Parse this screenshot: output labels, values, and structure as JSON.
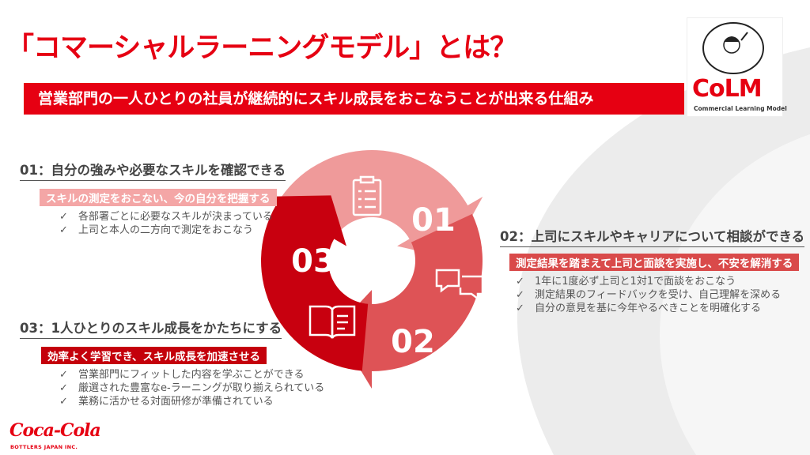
{
  "title": "「コマーシャルラーニングモデル」とは？",
  "banner": "営業部門の一人ひとりの社員が継続的にスキル成長をおこなうことが出来る仕組み",
  "logo": {
    "mark": "CoLM",
    "subtitle": "Commercial Learning Model"
  },
  "sections": [
    {
      "heading": "01：自分の強みや必要なスキルを確認できる",
      "tag": "スキルの測定をおこない、今の自分を把握する",
      "tag_color": "#f4a6a6",
      "items": [
        "各部署ごとに必要なスキルが決まっている",
        "上司と本人の二方向で測定をおこなう"
      ]
    },
    {
      "heading": "02：上司にスキルやキャリアについて相談ができる",
      "tag": "測定結果を踏まえて上司と面談を実施し、不安を解消する",
      "tag_color": "#d94a4a",
      "items": [
        "1年に1度必ず上司と1対1で面談をおこなう",
        "測定結果のフィードバックを受け、自己理解を深める",
        "自分の意見を基に今年やるべきことを明確化する"
      ]
    },
    {
      "heading": "03：1人ひとりのスキル成長をかたちにする",
      "tag": "効率よく学習でき、スキル成長を加速させる",
      "tag_color": "#c4000b",
      "items": [
        "営業部門にフィットした内容を学ぶことができる",
        "厳選された豊富なe-ラーニングが取り揃えられている",
        "業務に活かせる対面研修が準備されている"
      ]
    }
  ],
  "check": "✓",
  "cycle": {
    "labels": [
      "01",
      "02",
      "03"
    ],
    "colors": [
      "#ef9a9a",
      "#de5356",
      "#c8000f"
    ],
    "icons": [
      "clipboard-icon",
      "chat-icon",
      "book-icon"
    ]
  },
  "footer": {
    "brand": "Coca-Cola",
    "sub": "BOTTLERS JAPAN INC."
  }
}
